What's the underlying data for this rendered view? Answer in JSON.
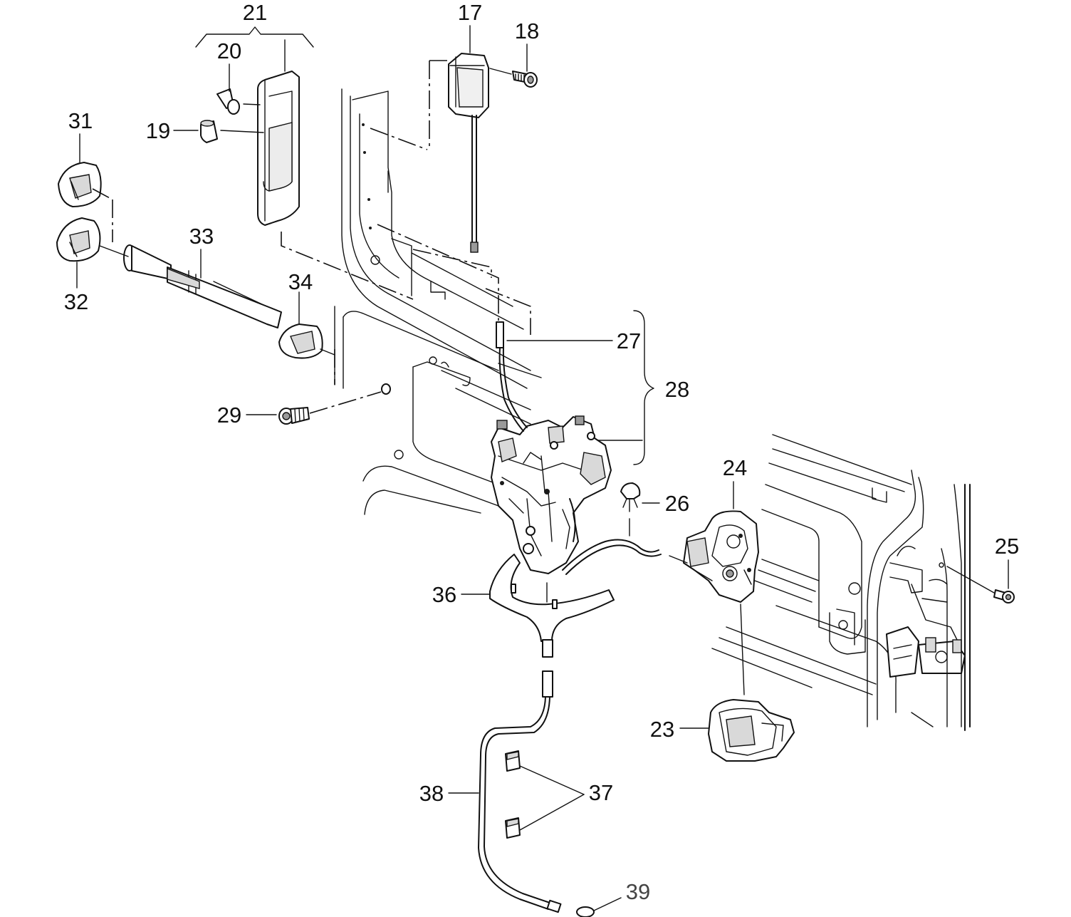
{
  "callouts": {
    "c17": "17",
    "c18": "18",
    "c19": "19",
    "c20": "20",
    "c21": "21",
    "c23": "23",
    "c24": "24",
    "c25": "25",
    "c26": "26",
    "c27": "27",
    "c28": "28",
    "c29": "29",
    "c31": "31",
    "c32": "32",
    "c33": "33",
    "c34": "34",
    "c36": "36",
    "c37": "37",
    "c38": "38",
    "c39": "39"
  },
  "colors": {
    "line": "#111111",
    "background": "#ffffff",
    "shade": "#d9d9d9"
  }
}
